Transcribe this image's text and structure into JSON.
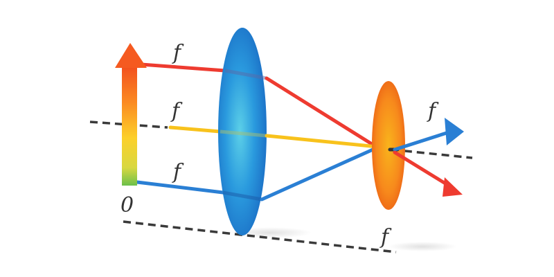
{
  "diagram": {
    "labels": {
      "f_top": "f",
      "f_axis": "f",
      "f_bottom": "f",
      "f_output": "f",
      "f_base": "f",
      "origin": "0"
    },
    "colors": {
      "red_ray": "#ee3b30",
      "yellow_ray": "#f8c21c",
      "blue_ray": "#2a7fd4",
      "lens_blue": "#2a8fd8",
      "lens_orange": "#f07a18",
      "dash": "#3a3a3a"
    }
  }
}
